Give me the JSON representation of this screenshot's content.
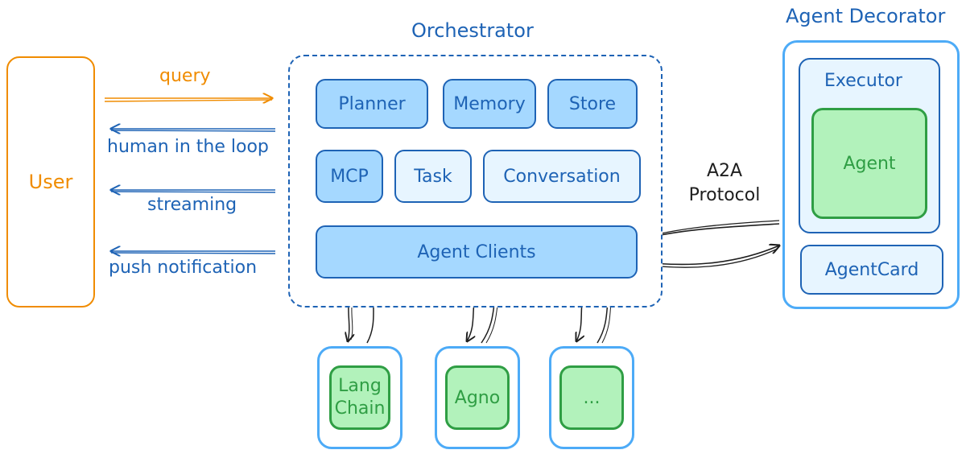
{
  "user": {
    "label": "User"
  },
  "arrows": {
    "query": "query",
    "human_in_the_loop": "human in the loop",
    "streaming": "streaming",
    "push_notification": "push notification",
    "a2a_line1": "A2A",
    "a2a_line2": "Protocol"
  },
  "orchestrator": {
    "title": "Orchestrator",
    "planner": "Planner",
    "memory": "Memory",
    "store": "Store",
    "mcp": "MCP",
    "task": "Task",
    "conversation": "Conversation",
    "agent_clients": "Agent Clients"
  },
  "frameworks": {
    "langchain_line1": "Lang",
    "langchain_line2": "Chain",
    "agno": "Agno",
    "more": "..."
  },
  "decorator": {
    "title": "Agent Decorator",
    "executor": "Executor",
    "agent": "Agent",
    "agent_card": "AgentCard"
  },
  "colors": {
    "user": "#f08c00",
    "blue_text": "#1e63b5",
    "blue_fill": "#a5d8ff",
    "light_fill": "#e7f5ff",
    "green_fill": "#b2f2bb",
    "green_stroke": "#2f9e44",
    "outer_blue": "#4dabf7"
  }
}
